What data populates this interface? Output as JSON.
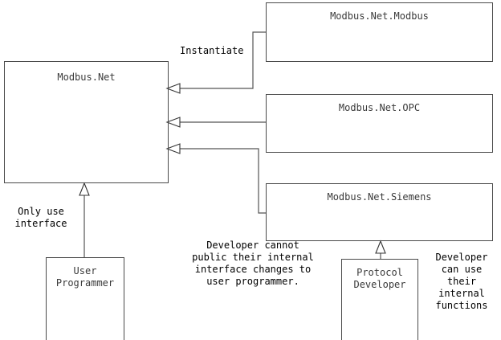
{
  "diagram": {
    "type": "uml-package-diagram",
    "background_color": "#ffffff",
    "line_color": "#555555",
    "text_color": "#3a3a3a"
  },
  "boxes": {
    "core": {
      "label": "Modbus.Net"
    },
    "modbus": {
      "label": "Modbus.Net.Modbus"
    },
    "opc": {
      "label": "Modbus.Net.OPC"
    },
    "siemens": {
      "label": "Modbus.Net.Siemens"
    },
    "user_programmer": {
      "label": "User Programmer"
    },
    "protocol_developer": {
      "label": "Protocol Developer"
    }
  },
  "labels": {
    "instantiate": "Instantiate",
    "only_use_interface": "Only use interface",
    "developer_cannot_public": "Developer cannot public their internal interface changes to user programmer.",
    "developer_can_use": "Developer can use their internal functions"
  },
  "connectors": [
    {
      "name": "core-instantiates-modbus",
      "from": "modbus",
      "to": "core",
      "style": "hollow-triangle"
    },
    {
      "name": "core-instantiates-opc",
      "from": "opc",
      "to": "core",
      "style": "hollow-triangle"
    },
    {
      "name": "core-instantiates-siemens",
      "from": "siemens",
      "to": "core",
      "style": "hollow-triangle"
    },
    {
      "name": "user-programmer-uses-core",
      "from": "user_programmer",
      "to": "core",
      "style": "hollow-triangle-up"
    },
    {
      "name": "protocol-developer-extends-siemens",
      "from": "protocol_developer",
      "to": "siemens",
      "style": "hollow-triangle-up"
    }
  ]
}
